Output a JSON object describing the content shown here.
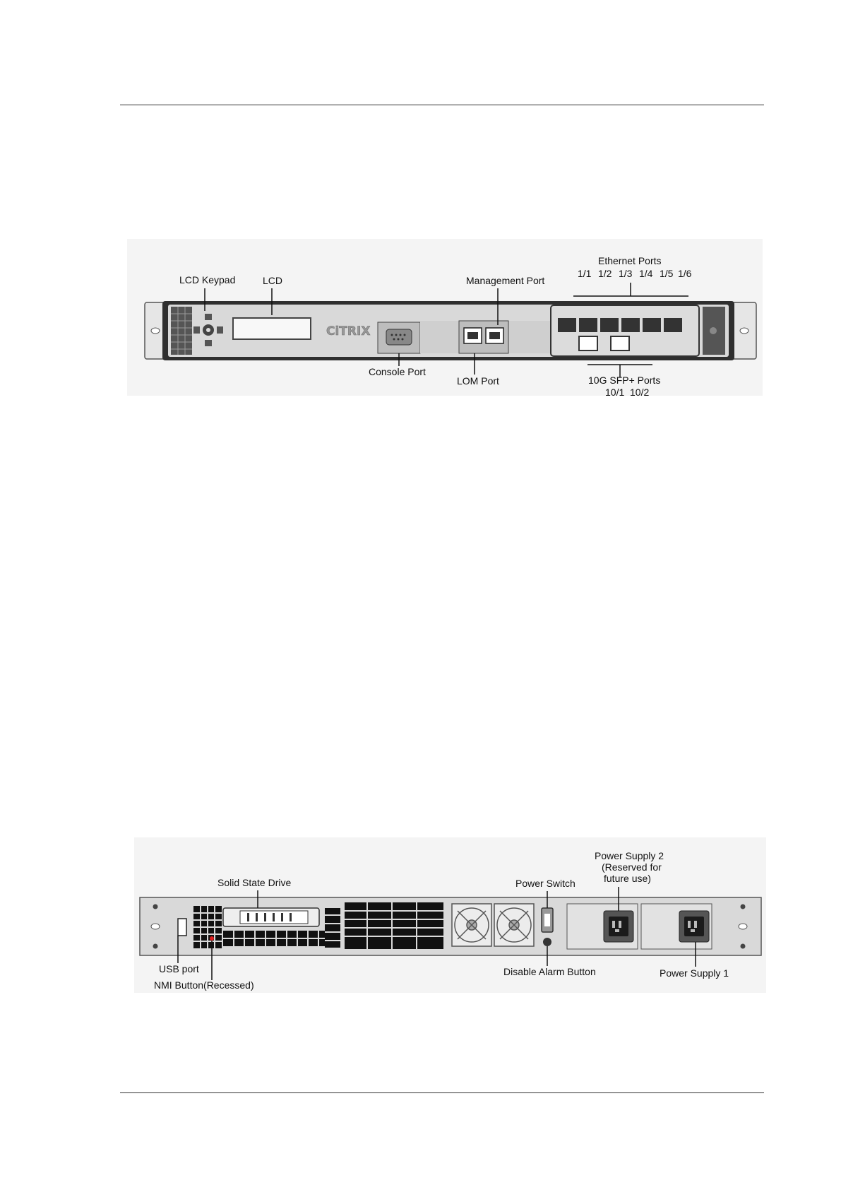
{
  "front_panel": {
    "logo_text": "CiTRIX",
    "labels": {
      "lcd_keypad": "LCD Keypad",
      "lcd": "LCD",
      "management_port": "Management Port",
      "ethernet_ports": "Ethernet Ports",
      "ethernet_port_ids": [
        "1/1",
        "1/2",
        "1/3",
        "1/4",
        "1/5",
        "1/6"
      ],
      "console_port": "Console Port",
      "lom_port": "LOM Port",
      "sfp_ports": "10G SFP+ Ports",
      "sfp_port_ids": [
        "10/1",
        "10/2"
      ]
    }
  },
  "back_panel": {
    "labels": {
      "solid_state_drive": "Solid State Drive",
      "power_switch": "Power Switch",
      "power_supply_2_line1": "Power Supply 2",
      "power_supply_2_line2": "(Reserved for",
      "power_supply_2_line3": "future use)",
      "usb_port": "USB port",
      "nmi_button": "NMI Button(Recessed)",
      "disable_alarm_button": "Disable Alarm Button",
      "power_supply_1": "Power Supply 1"
    }
  },
  "colors": {
    "chassis": "#d9d9d9",
    "chassis_dark": "#3a3a3a",
    "figure_bg": "#f4f4f4",
    "nmi_indicator": "#e02020"
  }
}
